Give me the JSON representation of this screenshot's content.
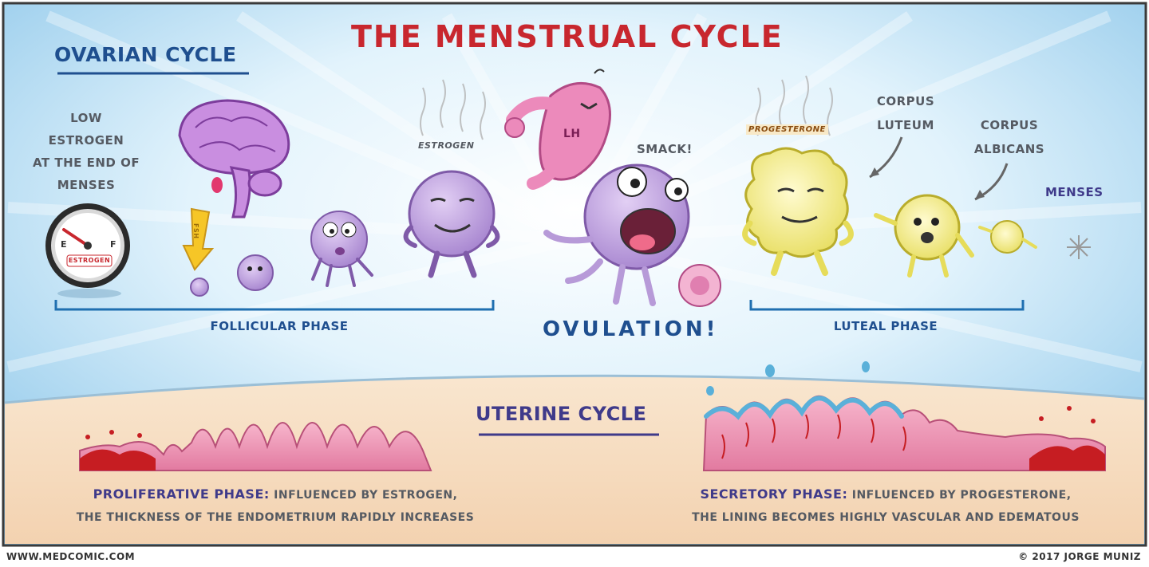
{
  "title": "THE MENSTRUAL CYCLE",
  "ovarian": {
    "heading": "OVARIAN CYCLE",
    "low_estrogen": [
      "LOW",
      "ESTROGEN",
      "AT THE END OF",
      "MENSES"
    ],
    "gauge_label": "ESTROGEN",
    "gauge_e": "E",
    "gauge_f": "F",
    "fsh_label": "FSH",
    "estrogen_label": "ESTROGEN",
    "lh_label": "LH",
    "smack": "SMACK!",
    "progesterone_label": "PROGESTERONE",
    "corpus_luteum": [
      "CORPUS",
      "LUTEUM"
    ],
    "corpus_albicans": [
      "CORPUS",
      "ALBICANS"
    ],
    "menses": "MENSES",
    "follicular_phase": "FOLLICULAR PHASE",
    "ovulation": "OVULATION!",
    "luteal_phase": "LUTEAL PHASE"
  },
  "uterine": {
    "heading": "UTERINE CYCLE",
    "proliferative_title": "PROLIFERATIVE PHASE:",
    "proliferative_line1": "INFLUENCED BY ESTROGEN,",
    "proliferative_line2": "THE THICKNESS OF THE ENDOMETRIUM RAPIDLY INCREASES",
    "secretory_title": "SECRETORY PHASE:",
    "secretory_line1": "INFLUENCED BY PROGESTERONE,",
    "secretory_line2": "THE LINING BECOMES HIGHLY VASCULAR AND EDEMATOUS"
  },
  "footer": {
    "site": "WWW.MEDCOMIC.COM",
    "copyright": "© 2017 JORGE MUNIZ"
  },
  "colors": {
    "sky": "#d3ecf8",
    "sky_edge": "#8fc8ea",
    "sand": "#f7dcc0",
    "title_red": "#c8272e",
    "navy": "#1f4f8f",
    "purple_cell": "#b79ad8",
    "pink_lh": "#e87fb3",
    "yellow_corpus": "#f3ee8c",
    "tissue_pink": "#ef8fb0",
    "blood_red": "#c61d22"
  }
}
